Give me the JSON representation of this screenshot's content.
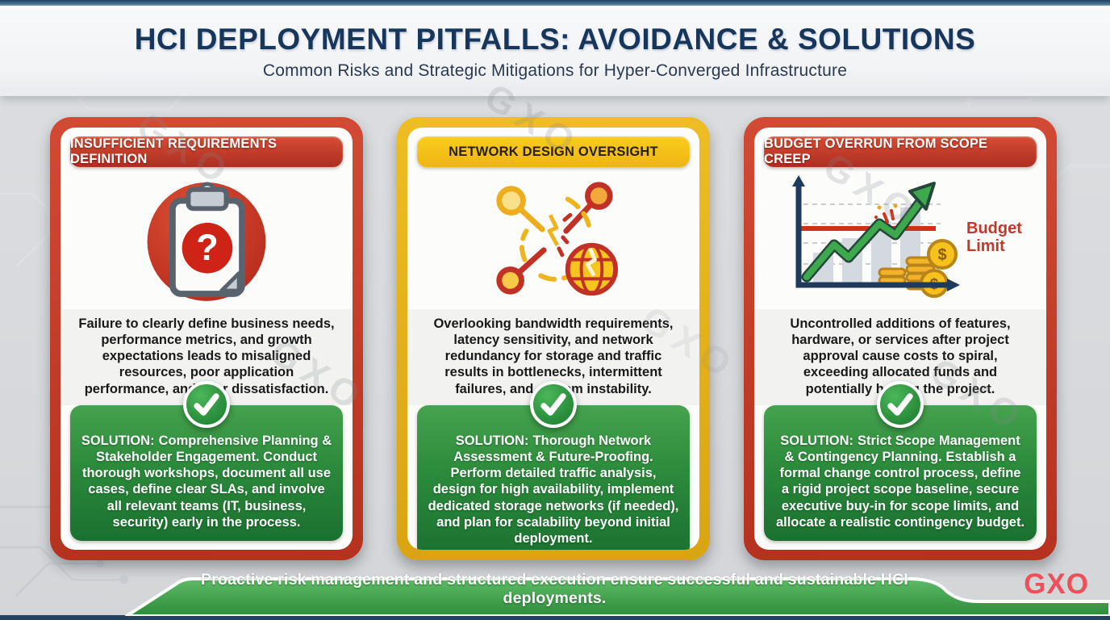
{
  "header": {
    "title": "HCI DEPLOYMENT PITFALLS: AVOIDANCE & SOLUTIONS",
    "subtitle": "Common Risks and Strategic Mitigations for Hyper-Converged Infrastructure"
  },
  "cards": [
    {
      "header_label": "INSUFFICIENT REQUIREMENTS DEFINITION",
      "accent_color": "#b5321f",
      "icon": "clipboard-question-icon",
      "description": "Failure to clearly define business needs, performance metrics, and growth expectations leads to misaligned resources, poor application performance, and user dissatisfaction.",
      "solution_label": "SOLUTION:",
      "solution_text": "Comprehensive Planning & Stakeholder Engagement. Conduct thorough workshops, document all use cases, define clear SLAs, and involve all relevant teams (IT, business, security) early in the process."
    },
    {
      "header_label": "NETWORK DESIGN OVERSIGHT",
      "accent_color": "#e7b41f",
      "icon": "broken-network-icon",
      "description": "Overlooking bandwidth requirements, latency sensitivity, and network redundancy for storage and traffic results in bottlenecks, intermittent failures, and system instability.",
      "solution_label": "SOLUTION:",
      "solution_text": "Thorough Network Assessment & Future-Proofing. Perform detailed traffic analysis, design for high availability, implement dedicated storage networks (if needed), and plan for scalability beyond initial deployment."
    },
    {
      "header_label": "BUDGET OVERRUN FROM SCOPE CREEP",
      "accent_color": "#b5321f",
      "icon": "budget-overrun-chart-icon",
      "chart_label": "Budget Limit",
      "description": "Uncontrolled additions of features, hardware, or services after project approval cause costs to spiral, exceeding allocated funds and potentially halting the project.",
      "solution_label": "SOLUTION:",
      "solution_text": "Strict Scope Management & Contingency Planning. Establish a formal change control process, define a rigid project scope baseline, secure executive buy-in for scope limits, and allocate a realistic contingency budget."
    }
  ],
  "footer": {
    "banner_text": "Proactive risk management and structured execution ensure successful and sustainable HCI deployments.",
    "logo_text": "GXO"
  },
  "watermark_text": "GXO",
  "colors": {
    "title_navy": "#17365c",
    "solution_green": "#2b8a3b",
    "card_red": "#b5321f",
    "card_yellow": "#e7b41f",
    "logo_red": "#ee4f58"
  }
}
